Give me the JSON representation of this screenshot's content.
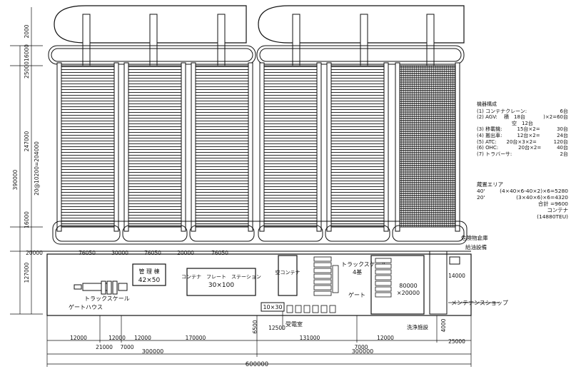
{
  "dimensions": {
    "top_height": "2000",
    "lane_height": "16000",
    "gap_25000": "25000",
    "block_length": "247000",
    "block_sub": "20@10200=204000",
    "total_height": "390000",
    "bottom_lane": "16000",
    "admin_depth": "127000",
    "lane_widths": [
      "20000",
      "76050",
      "30000",
      "76050",
      "20000",
      "76050"
    ],
    "bottom": {
      "d12000a": "12000",
      "d21000": "21000",
      "d12000b": "12000",
      "d7000a": "7000",
      "d12000c": "12000",
      "d170000": "170000",
      "d6500": "6500",
      "d12500": "12500",
      "d131000": "131000",
      "d7000b": "7000",
      "d12000d": "12000",
      "d4000": "4000",
      "d25000": "25000",
      "d300000a": "300000",
      "d300000b": "300000",
      "d600000": "600000",
      "d14000": "14000"
    }
  },
  "labels": {
    "admin_bldg": "管 理 棟",
    "admin_size": "42×50",
    "cfs": "コンテナ　フレート　ステーション",
    "cfs_size": "30×100",
    "empty_container": "空コンテナ",
    "truck_scale_left": "トラックスケール",
    "gate_house": "ゲートハウス",
    "truck_scale_right": "トラックスケール",
    "truck_scale_count": "4基",
    "gate": "ゲート",
    "substation_size": "10×30",
    "substation": "受電室",
    "wash": "洗浄施設",
    "repair_area_1": "80000",
    "repair_area_2": "×20000",
    "maintenance": "メンテナンスショップ",
    "hazard_1": "危険物倉庫",
    "hazard_2": "給油設備"
  },
  "specs": {
    "title": "機器構成",
    "rows": [
      {
        "item": "(1) コンテナクレーン:",
        "value": "6台"
      },
      {
        "item": "(2) AGV: 　積　18台",
        "value": ")×2=60台"
      },
      {
        "item": "　　　　　　　空　12台",
        "value": ""
      },
      {
        "item": "(3) 移載機:　　　15台×2=",
        "value": "30台"
      },
      {
        "item": "(4) 搬出車:　　　12台×2=",
        "value": "24台"
      },
      {
        "item": "(5) ATC:　　20台×3×2=",
        "value": "120台"
      },
      {
        "item": "(6) OHC:　　　　20台×2=",
        "value": "40台"
      },
      {
        "item": "(7) トラバーサ:",
        "value": "2台"
      }
    ]
  },
  "storage": {
    "title": "蔵置エリア",
    "row40_label": "40'",
    "row40_formula": "(4×40×6-40×2)×6=5280",
    "row20_label": "20'",
    "row20_formula": "(3×40×6)×6=4320",
    "total": "合計 =9600",
    "total_unit": "コンテナ",
    "teu": "(14880TEU)"
  }
}
